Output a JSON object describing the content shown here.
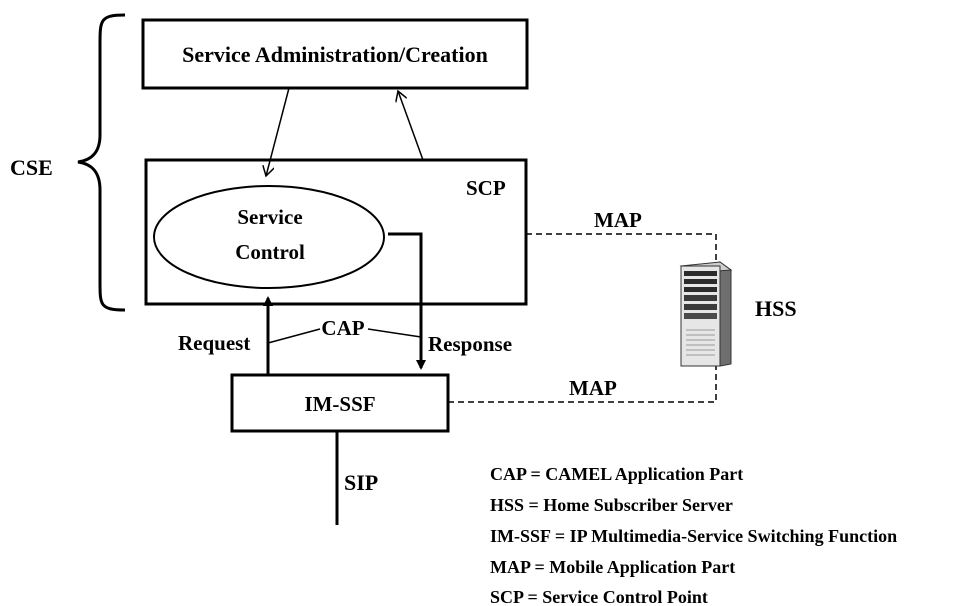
{
  "boxes": {
    "service_admin": "Service Administration/Creation",
    "scp": "SCP",
    "service_control_line1": "Service",
    "service_control_line2": "Control",
    "imssf": "IM-SSF"
  },
  "labels": {
    "cse": "CSE",
    "hss": "HSS",
    "map_top": "MAP",
    "map_bottom": "MAP",
    "cap": "CAP",
    "request": "Request",
    "response": "Response",
    "sip": "SIP"
  },
  "legend": [
    "CAP = CAMEL Application Part",
    "HSS = Home Subscriber Server",
    "IM-SSF = IP Multimedia-Service Switching Function",
    "MAP = Mobile Application Part",
    "SCP = Service Control Point"
  ]
}
